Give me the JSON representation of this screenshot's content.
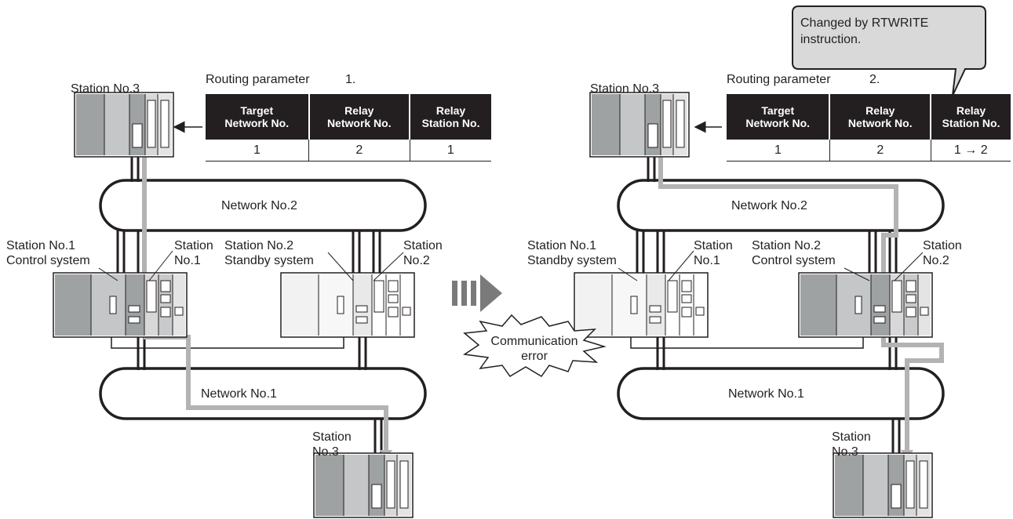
{
  "callout": {
    "line1": "Changed by RTWRITE",
    "line2": "instruction."
  },
  "left": {
    "routing_label": "Routing parameter",
    "routing_num": "1.",
    "table": {
      "headers": [
        [
          "Target",
          "Network No."
        ],
        [
          "Relay",
          "Network No."
        ],
        [
          "Relay",
          "Station No."
        ]
      ],
      "row": [
        "1",
        "2",
        "1"
      ]
    },
    "station3_top": "Station No.3",
    "network2": "Network No.2",
    "network1": "Network No.1",
    "st1_line1": "Station No.1",
    "st1_line2": "Control system",
    "st1b_line1": "Station",
    "st1b_line2": "No.1",
    "st2_line1": "Station No.2",
    "st2_line2": "Standby system",
    "st2b_line1": "Station",
    "st2b_line2": "No.2",
    "st3b_line1": "Station",
    "st3b_line2": "No.3"
  },
  "right": {
    "routing_label": "Routing parameter",
    "routing_num": "2.",
    "table": {
      "headers": [
        [
          "Target",
          "Network No."
        ],
        [
          "Relay",
          "Network No."
        ],
        [
          "Relay",
          "Station No."
        ]
      ],
      "row": [
        "1",
        "2",
        "1 → 2"
      ]
    },
    "station3_top": "Station No.3",
    "network2": "Network No.2",
    "network1": "Network No.1",
    "st1_line1": "Station No.1",
    "st1_line2": "Standby system",
    "st1b_line1": "Station",
    "st1b_line2": "No.1",
    "st2_line1": "Station No.2",
    "st2_line2": "Control system",
    "st2b_line1": "Station",
    "st2b_line2": "No.2",
    "st3b_line1": "Station",
    "st3b_line2": "No.3"
  },
  "error": {
    "line1": "Communication",
    "line2": "error"
  },
  "colors": {
    "ink": "#231f20",
    "path": "#b3b3b3",
    "plc_dark": "#9ea2a3",
    "plc_light": "#eaeaea",
    "arrow": "#7a7a7a"
  }
}
